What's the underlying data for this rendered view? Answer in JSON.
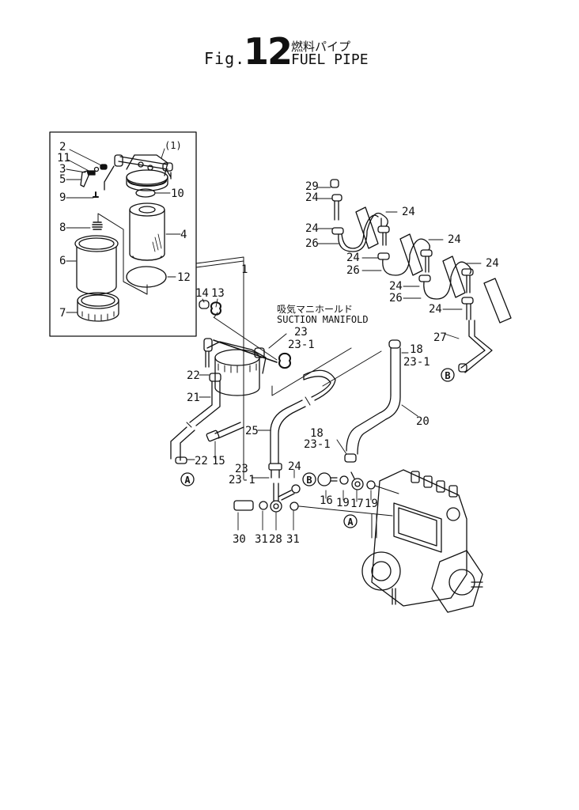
{
  "title": {
    "fig_prefix": "Fig.",
    "fig_number": "12",
    "title_jp": "燃料パイプ",
    "title_en": "FUEL PIPE"
  },
  "annotations": {
    "suction_manifold_jp": "吸気マニホールド",
    "suction_manifold_en": "SUCTION MANIFOLD"
  },
  "connectors": {
    "a": "A",
    "b": "B"
  },
  "inset_labels": {
    "p1": "(1)",
    "p2": "2",
    "p11": "11",
    "p3": "3",
    "p5": "5",
    "p9": "9",
    "p10": "10",
    "p8": "8",
    "p4": "4",
    "p6": "6",
    "p12": "12",
    "p7": "7"
  },
  "main_labels": {
    "p1": "1",
    "p14": "14",
    "p13": "13",
    "p23a": "23",
    "p23_1a": "23-1",
    "p22a": "22",
    "p21": "21",
    "p25": "25",
    "p15": "15",
    "p22b": "22",
    "p23b": "23",
    "p23_1b": "23-1",
    "p24a": "24",
    "p16": "16",
    "p19a": "19",
    "p17": "17",
    "p19b": "19",
    "p30": "30",
    "p31a": "31",
    "p28": "28",
    "p31b": "31",
    "p18a": "18",
    "p23_1c": "23-1",
    "p18b": "18",
    "p23_1d": "23-1",
    "p20": "20",
    "p27": "27"
  },
  "injector_labels": {
    "p29": "29",
    "p24_1": "24",
    "p24_2": "24",
    "p24_3": "24",
    "p26_1": "26",
    "p24_4": "24",
    "p24_5": "24",
    "p26_2": "26",
    "p24_6": "24",
    "p24_7": "24",
    "p26_3": "26",
    "p24_8": "24"
  },
  "colors": {
    "ink": "#111111",
    "background": "#ffffff"
  }
}
